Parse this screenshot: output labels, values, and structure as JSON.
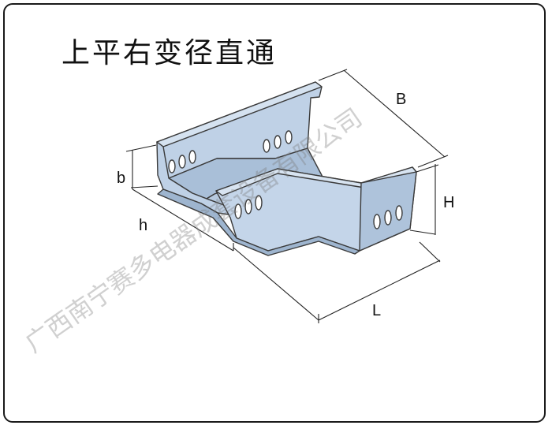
{
  "title": "上平右变径直通",
  "dimensions": {
    "B": "B",
    "b": "b",
    "H": "H",
    "h": "h",
    "L": "L"
  },
  "watermark": "广西南宁赛多电器成套设备有限公司",
  "colors": {
    "tray_fill": "#bfd1e6",
    "tray_shade": "#a9bfd8",
    "outline": "#3a3a3a"
  }
}
